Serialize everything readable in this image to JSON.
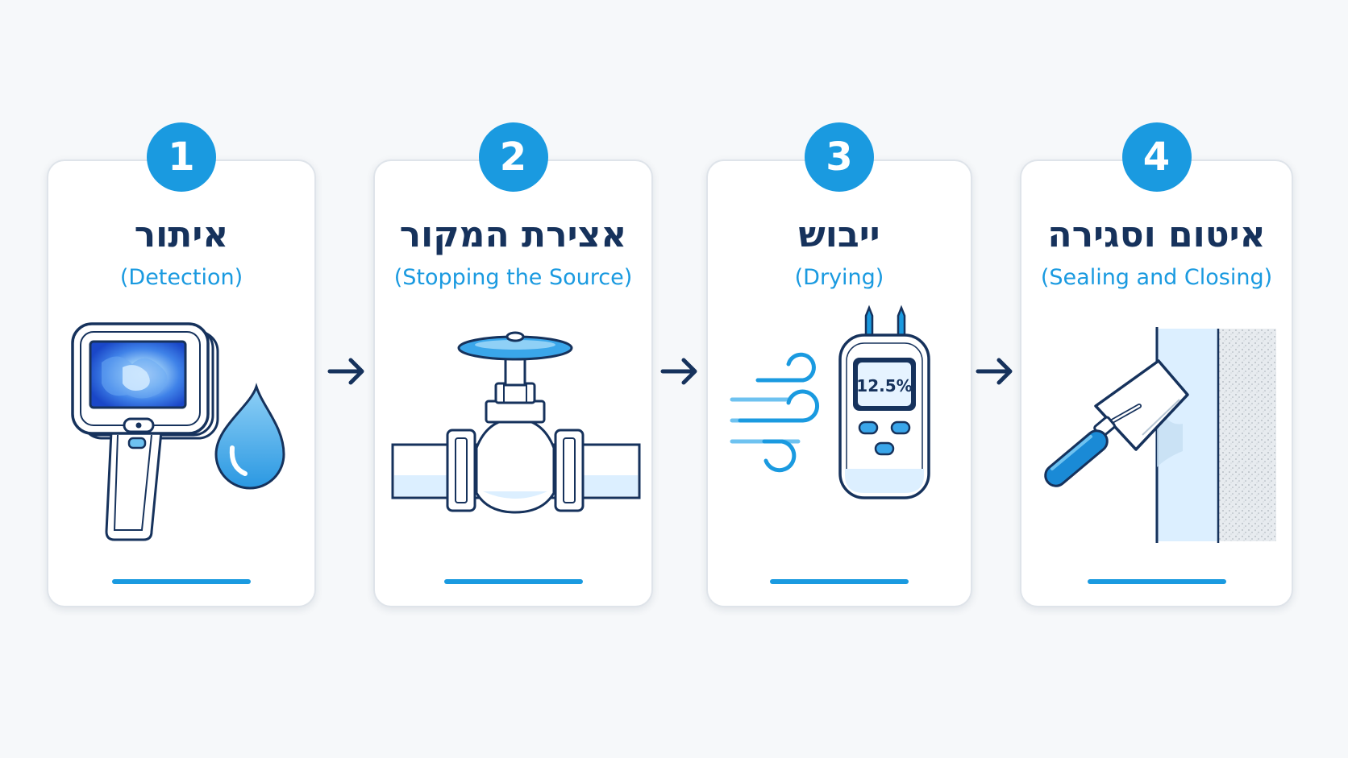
{
  "colors": {
    "accent": "#1a9ae0",
    "accent_light": "#6ec2f0",
    "accent_pale": "#dcefff",
    "navy": "#16325c",
    "card_border": "#dfe4ea"
  },
  "steps": [
    {
      "number": "1",
      "title": "איתור",
      "subtitle": "(Detection)",
      "icon": "thermal-camera-icon"
    },
    {
      "number": "2",
      "title": "אצירת המקור",
      "subtitle": "(Stopping the Source)",
      "icon": "pipe-valve-icon"
    },
    {
      "number": "3",
      "title": "ייבוש",
      "subtitle": "(Drying)",
      "icon": "moisture-meter-icon",
      "meter_reading": "12.5%"
    },
    {
      "number": "4",
      "title": "איטום וסגירה",
      "subtitle": "(Sealing and Closing)",
      "icon": "trowel-wall-icon"
    }
  ],
  "arrows": [
    "arrow-right-icon",
    "arrow-right-icon",
    "arrow-right-icon"
  ]
}
